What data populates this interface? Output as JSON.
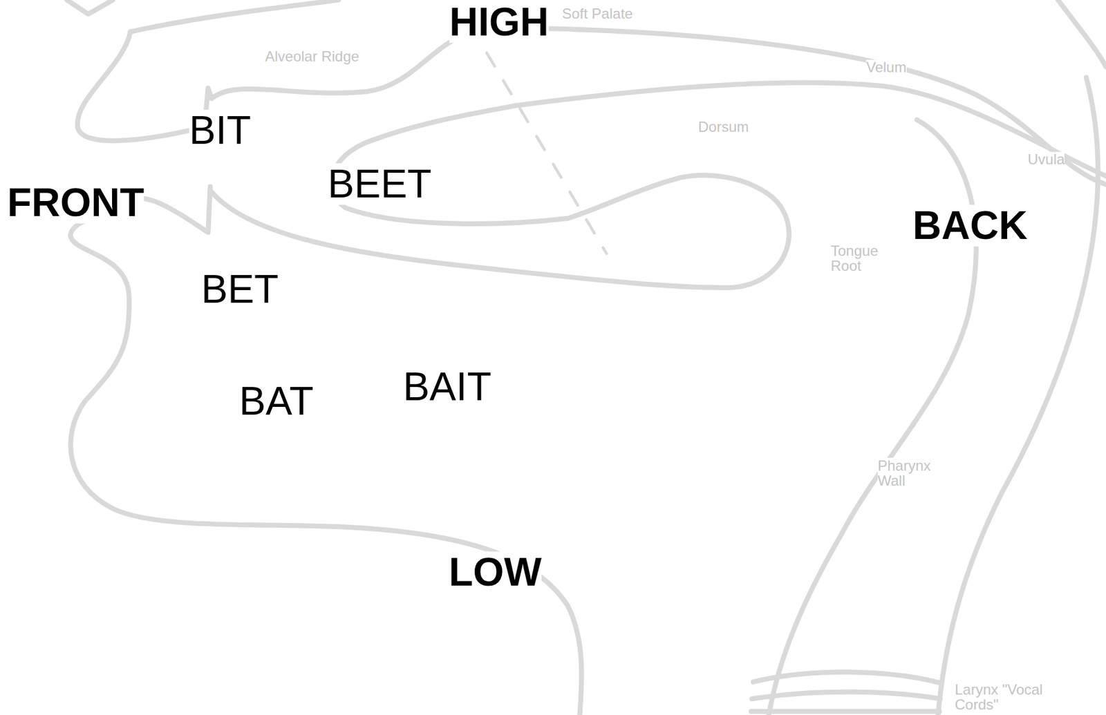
{
  "diagram": {
    "labels": [
      "HIGH",
      "Soft Palate",
      "Alveolar Ridge",
      "Velum",
      "Dorsum",
      "Uvula",
      "BIT",
      "FRONT",
      "BEET",
      "BACK",
      "Tongue Root",
      "BET",
      "BAIT",
      "BAT",
      "Pharynx Wall",
      "LOW",
      "Larynx \"Vocal Cords\""
    ]
  }
}
